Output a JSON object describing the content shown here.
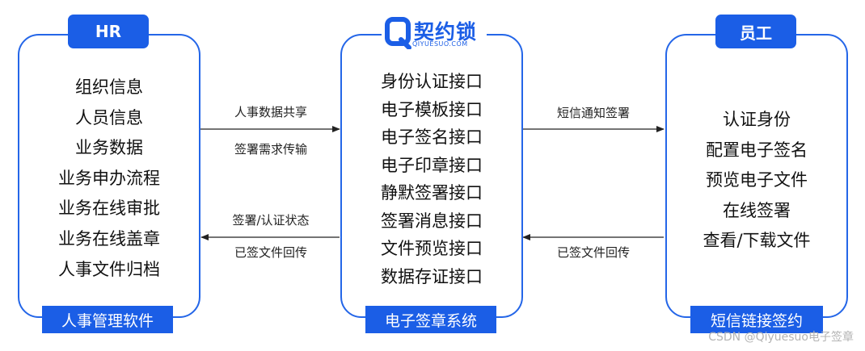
{
  "hr": {
    "title": "HR",
    "items": [
      "组织信息",
      "人员信息",
      "业务数据",
      "业务申办流程",
      "业务在线审批",
      "业务在线盖章",
      "人事文件归档"
    ],
    "footer": "人事管理软件"
  },
  "center": {
    "logo_name": "契约锁",
    "logo_sub": "QIYUESUO.COM",
    "items": [
      "身份认证接口",
      "电子模板接口",
      "电子签名接口",
      "电子印章接口",
      "静默签署接口",
      "签署消息接口",
      "文件预览接口",
      "数据存证接口"
    ],
    "footer": "电子签章系统"
  },
  "employee": {
    "title": "员工",
    "items": [
      "认证身份",
      "配置电子签名",
      "预览电子文件",
      "在线签署",
      "查看/下载文件"
    ],
    "footer": "短信链接签约"
  },
  "flows": {
    "hr_to_center_top": "人事数据共享",
    "hr_to_center_bottom": "签署需求传输",
    "center_to_hr_top": "签署/认证状态",
    "center_to_hr_bottom": "已签文件回传",
    "center_to_employee": "短信通知签署",
    "employee_to_center": "已签文件回传"
  },
  "watermark": "CSDN @Qiyuesuo电子签章",
  "colors": {
    "accent": "#1b5ee6",
    "border": "#2466e8"
  }
}
